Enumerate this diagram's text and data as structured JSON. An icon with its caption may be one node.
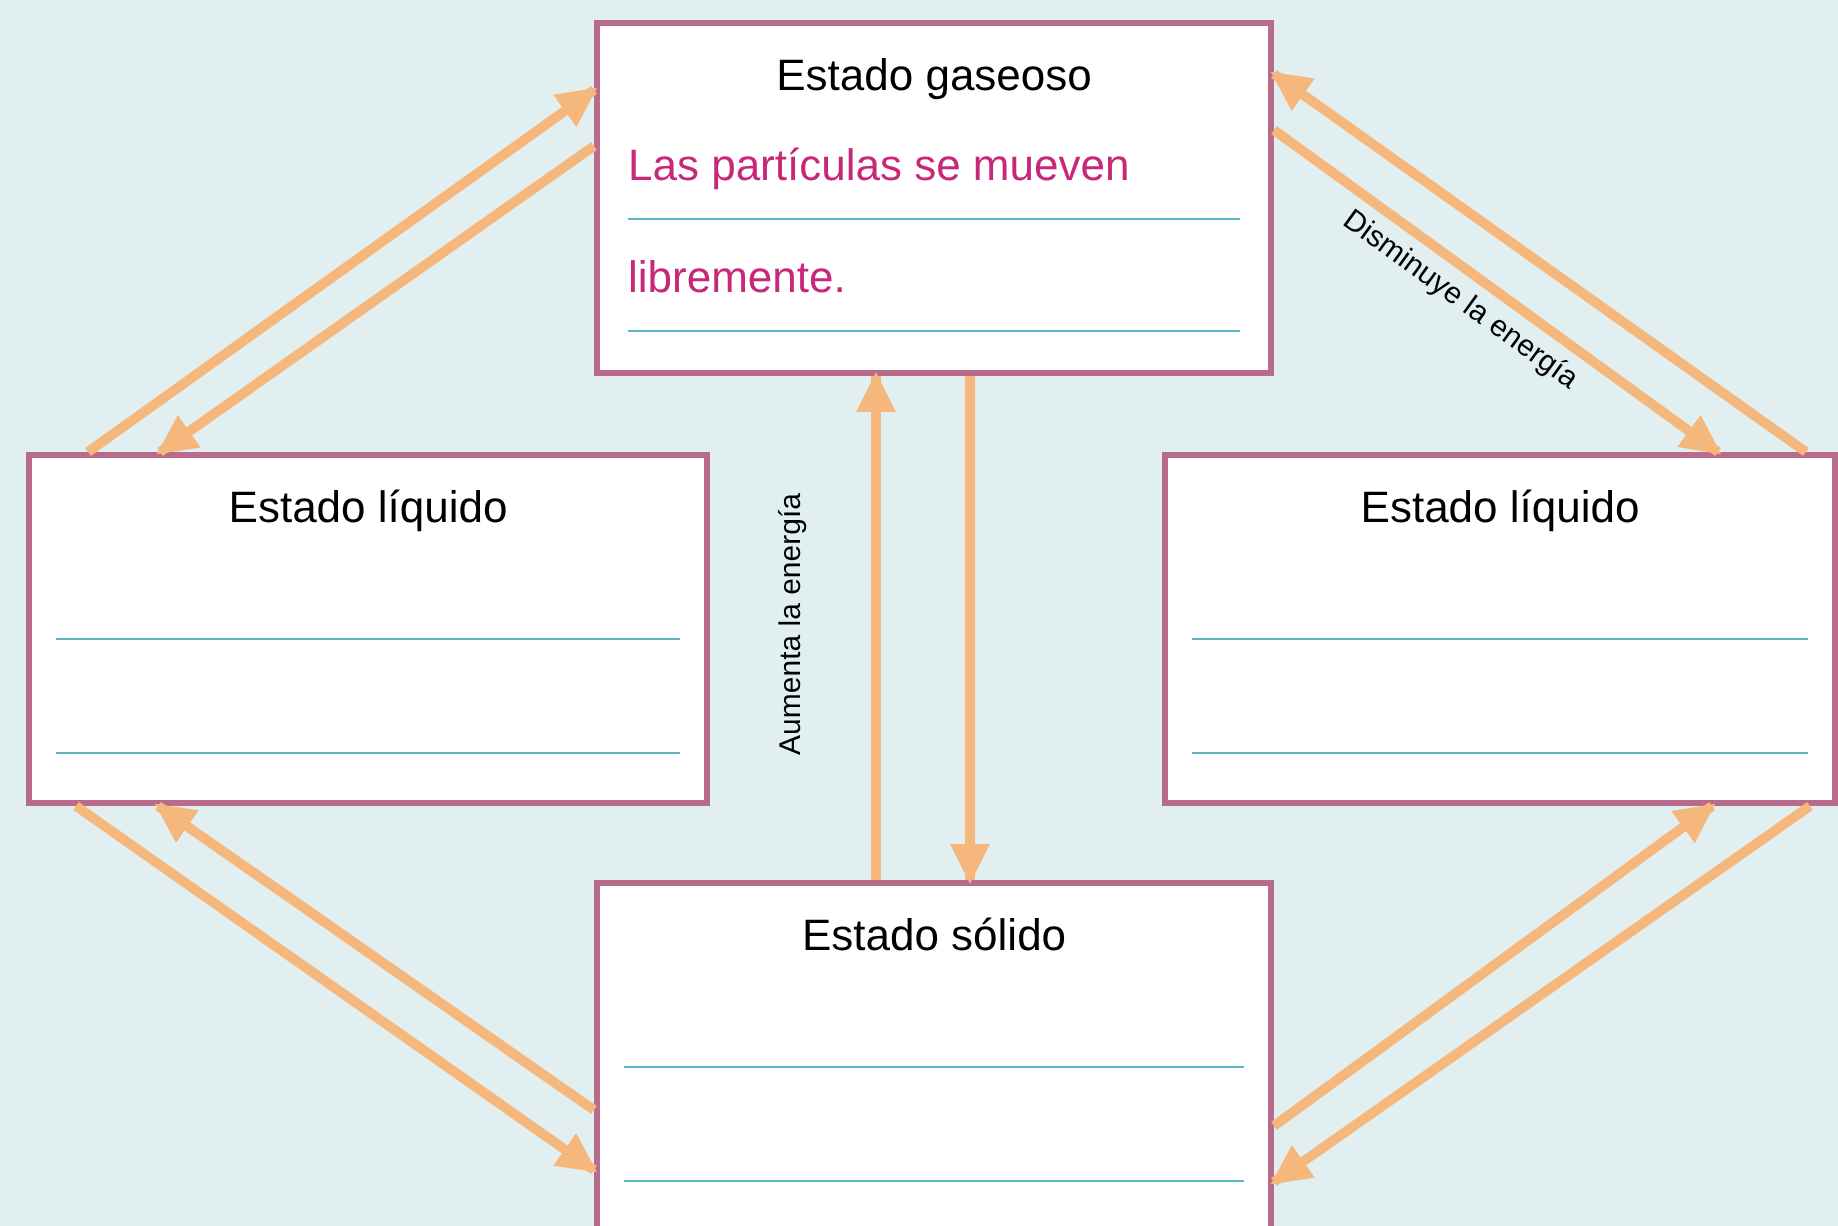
{
  "diagram": {
    "nodes": [
      {
        "text": [
          "Estado gaseoso",
          "Las partículas se mueven libremente."
        ]
      },
      {
        "text": [
          "Estado líquido"
        ]
      },
      {
        "text": [
          "Estado líquido"
        ]
      },
      {
        "text": [
          "Estado sólido"
        ]
      }
    ],
    "edges": [
      {
        "from": 1,
        "to": 0,
        "arrow": "to"
      },
      {
        "from": 0,
        "to": 1,
        "arrow": "to"
      },
      {
        "from": 2,
        "to": 0,
        "arrow": "to"
      },
      {
        "from": 0,
        "to": 2,
        "arrow": "to",
        "label": "Disminuye la energía"
      },
      {
        "from": 3,
        "to": 0,
        "arrow": "to",
        "label": "Aumenta la energía"
      },
      {
        "from": 0,
        "to": 3,
        "arrow": "to"
      },
      {
        "from": 1,
        "to": 3,
        "arrow": "to"
      },
      {
        "from": 3,
        "to": 1,
        "arrow": "to"
      },
      {
        "from": 3,
        "to": 2,
        "arrow": "to"
      },
      {
        "from": 2,
        "to": 3,
        "arrow": "to"
      }
    ]
  }
}
